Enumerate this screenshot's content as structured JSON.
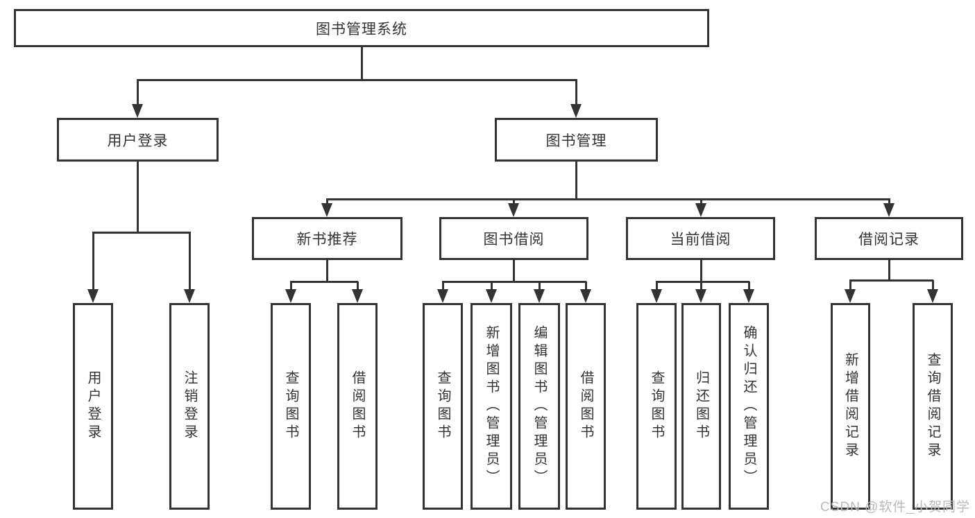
{
  "diagram": {
    "root": {
      "label": "图书管理系统"
    },
    "level2": [
      {
        "id": "user-login",
        "label": "用户登录"
      },
      {
        "id": "book-management",
        "label": "图书管理"
      }
    ],
    "level3": [
      {
        "id": "new-book-recommend",
        "label": "新书推荐",
        "parent": "book-management"
      },
      {
        "id": "book-borrow",
        "label": "图书借阅",
        "parent": "book-management"
      },
      {
        "id": "current-borrow",
        "label": "当前借阅",
        "parent": "book-management"
      },
      {
        "id": "borrow-records",
        "label": "借阅记录",
        "parent": "book-management"
      }
    ],
    "leaves": [
      {
        "label": "用户登录",
        "parent": "user-login"
      },
      {
        "label": "注销登录",
        "parent": "user-login"
      },
      {
        "label": "查询图书",
        "parent": "new-book-recommend"
      },
      {
        "label": "借阅图书",
        "parent": "new-book-recommend"
      },
      {
        "label": "查询图书",
        "parent": "book-borrow"
      },
      {
        "label": "新增图书（管理员）",
        "parent": "book-borrow"
      },
      {
        "label": "编辑图书（管理员）",
        "parent": "book-borrow"
      },
      {
        "label": "借阅图书",
        "parent": "book-borrow"
      },
      {
        "label": "查询图书",
        "parent": "current-borrow"
      },
      {
        "label": "归还图书",
        "parent": "current-borrow"
      },
      {
        "label": "确认归还（管理员）",
        "parent": "current-borrow"
      },
      {
        "label": "新增借阅记录",
        "parent": "borrow-records"
      },
      {
        "label": "查询借阅记录",
        "parent": "borrow-records"
      }
    ]
  },
  "watermark": {
    "text": "CSDN @软件_小贺同学",
    "color": "#b9b9b9"
  },
  "colors": {
    "border": "#333333",
    "line": "#333333",
    "text": "#333333",
    "background": "#ffffff"
  }
}
